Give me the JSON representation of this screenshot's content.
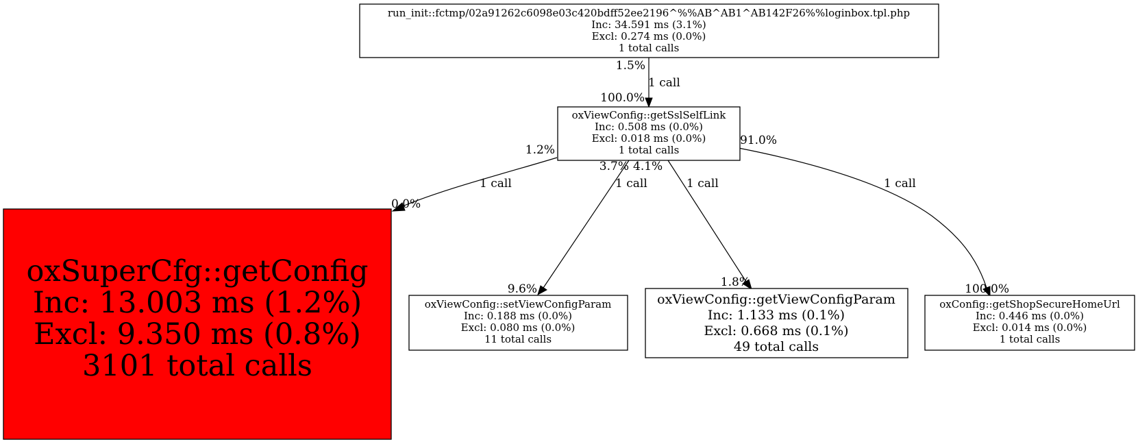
{
  "nodes": [
    {
      "id": "run-init",
      "title": "run_init::fctmp/02a91262c6098e03c420bdff52ee2196^%%AB^AB1^AB142F26%%loginbox.tpl.php",
      "inc": "Inc: 34.591 ms (3.1%)",
      "excl": "Excl: 0.274 ms (0.0%)",
      "calls": "1 total calls",
      "fill": "#ffffff"
    },
    {
      "id": "get-ssl-self-link",
      "title": "oxViewConfig::getSslSelfLink",
      "inc": "Inc: 0.508 ms (0.0%)",
      "excl": "Excl: 0.018 ms (0.0%)",
      "calls": "1 total calls",
      "fill": "#ffffff"
    },
    {
      "id": "get-config",
      "title": "oxSuperCfg::getConfig",
      "inc": "Inc: 13.003 ms (1.2%)",
      "excl": "Excl: 9.350 ms (0.8%)",
      "calls": "3101 total calls",
      "fill": "#ff0000"
    },
    {
      "id": "set-view-config-param",
      "title": "oxViewConfig::setViewConfigParam",
      "inc": "Inc: 0.188 ms (0.0%)",
      "excl": "Excl: 0.080 ms (0.0%)",
      "calls": "11 total calls",
      "fill": "#ffffff"
    },
    {
      "id": "get-view-config-param",
      "title": "oxViewConfig::getViewConfigParam",
      "inc": "Inc: 1.133 ms (0.1%)",
      "excl": "Excl: 0.668 ms (0.1%)",
      "calls": "49 total calls",
      "fill": "#ffffff"
    },
    {
      "id": "get-shop-secure-home-url",
      "title": "oxConfig::getShopSecureHomeUrl",
      "inc": "Inc: 0.446 ms (0.0%)",
      "excl": "Excl: 0.014 ms (0.0%)",
      "calls": "1 total calls",
      "fill": "#ffffff"
    }
  ],
  "edges": [
    {
      "from": "run-init",
      "to": "get-ssl-self-link",
      "label": "1 call",
      "tail_pct": "1.5%",
      "head_pct": "100.0%"
    },
    {
      "from": "get-ssl-self-link",
      "to": "get-config",
      "label": "1 call",
      "tail_pct": "1.2%",
      "head_pct": "0.0%"
    },
    {
      "from": "get-ssl-self-link",
      "to": "set-view-config-param",
      "label": "1 call",
      "tail_pct": "3.7%",
      "head_pct": "9.6%"
    },
    {
      "from": "get-ssl-self-link",
      "to": "get-view-config-param",
      "label": "1 call",
      "tail_pct": "4.1%",
      "head_pct": "1.8%"
    },
    {
      "from": "get-ssl-self-link",
      "to": "get-shop-secure-home-url",
      "label": "1 call",
      "tail_pct": "91.0%",
      "head_pct": "100.0%"
    }
  ]
}
